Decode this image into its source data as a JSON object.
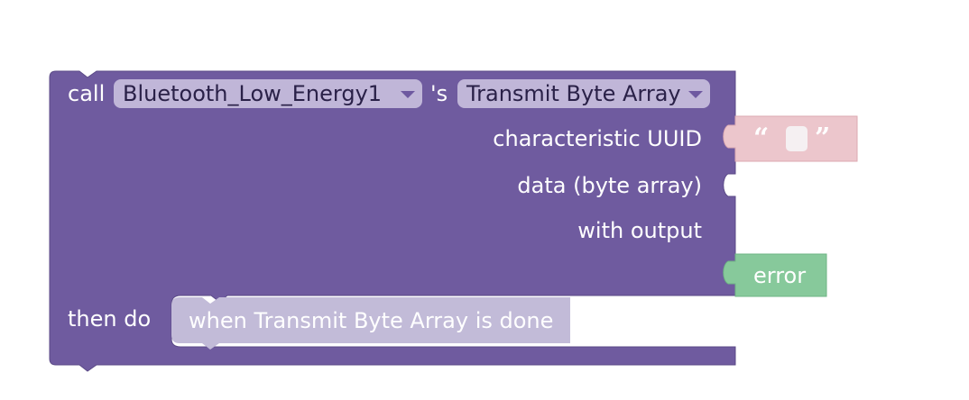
{
  "block": {
    "call_label": "call",
    "component": "Bluetooth_Low_Energy1",
    "possessive": "'s",
    "method": "Transmit Byte Array",
    "param_characteristic": "characteristic UUID",
    "param_data": "data (byte array)",
    "with_output": "with output",
    "then_do": "then do"
  },
  "string_block": {
    "open_quote": "“",
    "close_quote": "”",
    "value": ""
  },
  "error_block": {
    "label": "error"
  },
  "statement_block": {
    "label": "when Transmit Byte Array is done"
  },
  "colors": {
    "procedure_block": "#6f5b9f",
    "procedure_border": "#5b4a87",
    "dropdown_bg": "#c0b6d8",
    "text_block": "#ecc6cc",
    "text_block_border": "#dcaab2",
    "error_block": "#87c99b",
    "error_block_border": "#6fb585",
    "statement_block": "#c2bbd8"
  }
}
